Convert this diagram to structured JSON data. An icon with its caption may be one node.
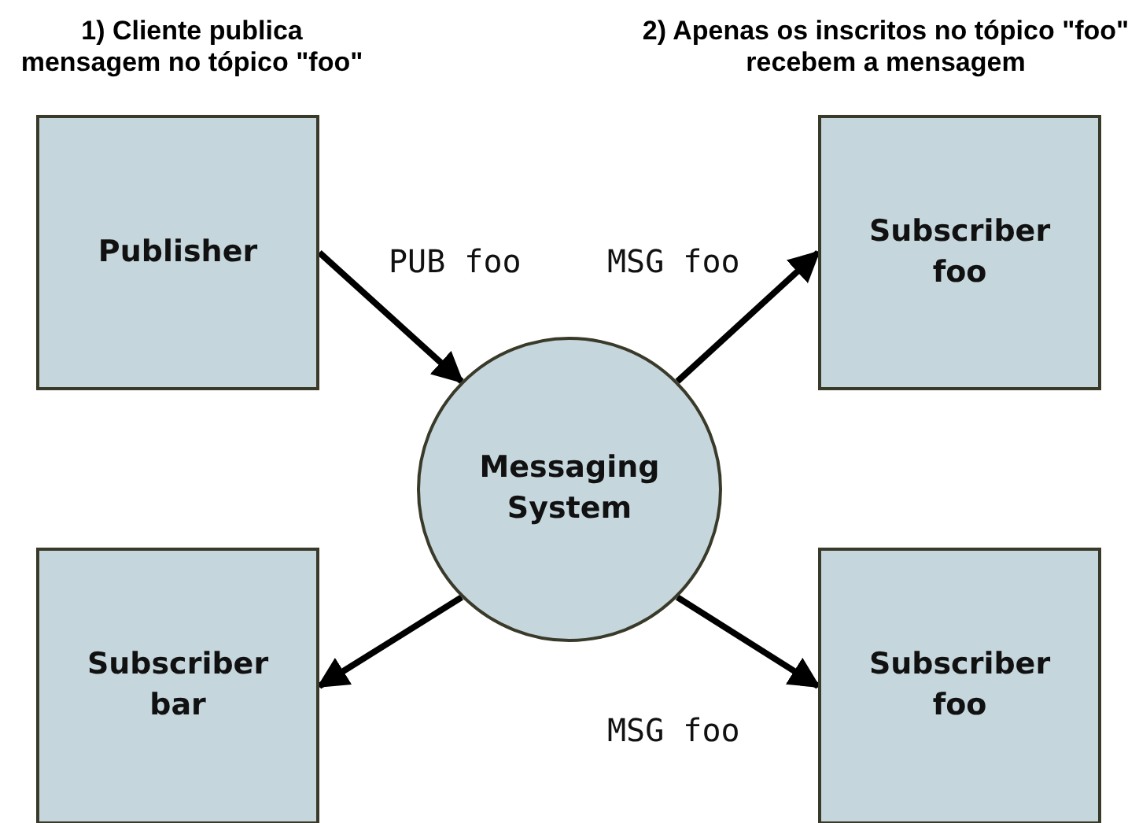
{
  "diagram": {
    "nodes": [
      {
        "text": [
          "Publisher"
        ]
      },
      {
        "text": [
          "Messaging System"
        ]
      },
      {
        "text": [
          "Subscriber foo"
        ]
      },
      {
        "text": [
          "Subscriber bar"
        ]
      },
      {
        "text": [
          "Subscriber foo"
        ]
      }
    ],
    "edges": [
      {
        "from": 0,
        "to": 1,
        "arrow": "to",
        "label": "PUB foo"
      },
      {
        "from": 1,
        "to": 2,
        "arrow": "to",
        "label": "MSG foo"
      },
      {
        "from": 1,
        "to": 3,
        "arrow": "to"
      },
      {
        "from": 1,
        "to": 4,
        "arrow": "to",
        "label": "MSG foo"
      }
    ],
    "labels": [
      "1) Cliente publica mensagem no tópico \"foo\"",
      "2) Apenas os inscritos no  tópico \"foo\" recebem a mensagem"
    ]
  }
}
